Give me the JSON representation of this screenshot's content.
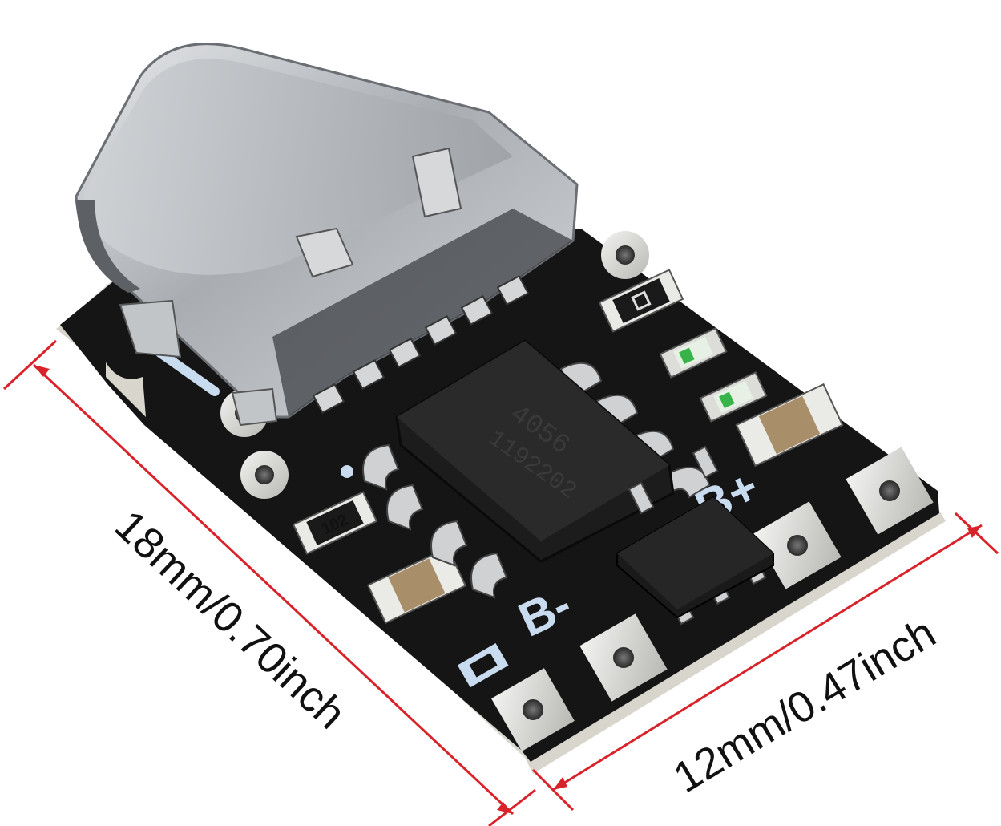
{
  "dimensions": {
    "length_label": "18mm/0.70inch",
    "width_label": "12mm/0.47inch"
  },
  "board_markings": {
    "chip_line1": "4056",
    "chip_line2": "1192202",
    "resistor_code": "102",
    "battery_pos": "B+",
    "battery_neg": "B-"
  },
  "colors": {
    "dimension_line": "#d9232a",
    "pcb": "#151515",
    "silkscreen": "#c9dbee",
    "connector": "#b9bcc0"
  }
}
